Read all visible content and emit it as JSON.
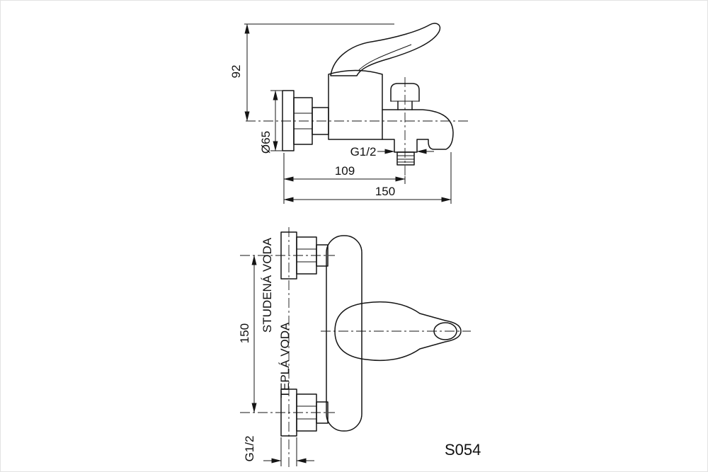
{
  "page": {
    "background": "#ffffff",
    "line_color": "#151515"
  },
  "drawing": {
    "model_code": "S054",
    "side_view": {
      "dim_height_to_axis": "92",
      "dim_flange_diameter": "Ø65",
      "dim_shower_thread": "G1/2",
      "dim_wall_to_outlet": "109",
      "dim_wall_to_spout_end": "150"
    },
    "plan_view": {
      "dim_connection_spacing": "150",
      "dim_connection_thread": "G1/2",
      "label_cold_water": "STUDENÁ VODA",
      "label_hot_water": "TEPLÁ VODA"
    }
  }
}
